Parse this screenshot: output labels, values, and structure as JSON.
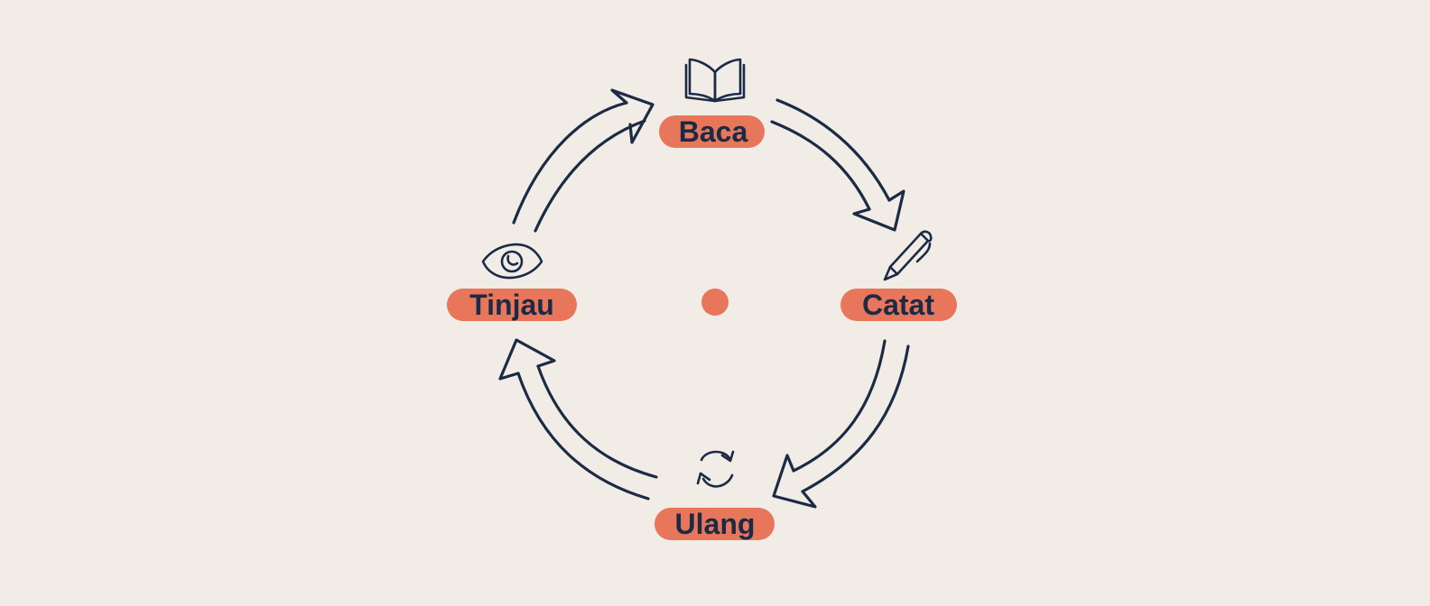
{
  "steps": [
    {
      "label": "Baca",
      "icon": "open-book-icon"
    },
    {
      "label": "Catat",
      "icon": "pencil-icon"
    },
    {
      "label": "Ulang",
      "icon": "refresh-icon"
    },
    {
      "label": "Tinjau",
      "icon": "eye-icon"
    }
  ],
  "colors": {
    "background": "#f1ede6",
    "accent": "#e8765a",
    "ink": "#1c2b45"
  }
}
